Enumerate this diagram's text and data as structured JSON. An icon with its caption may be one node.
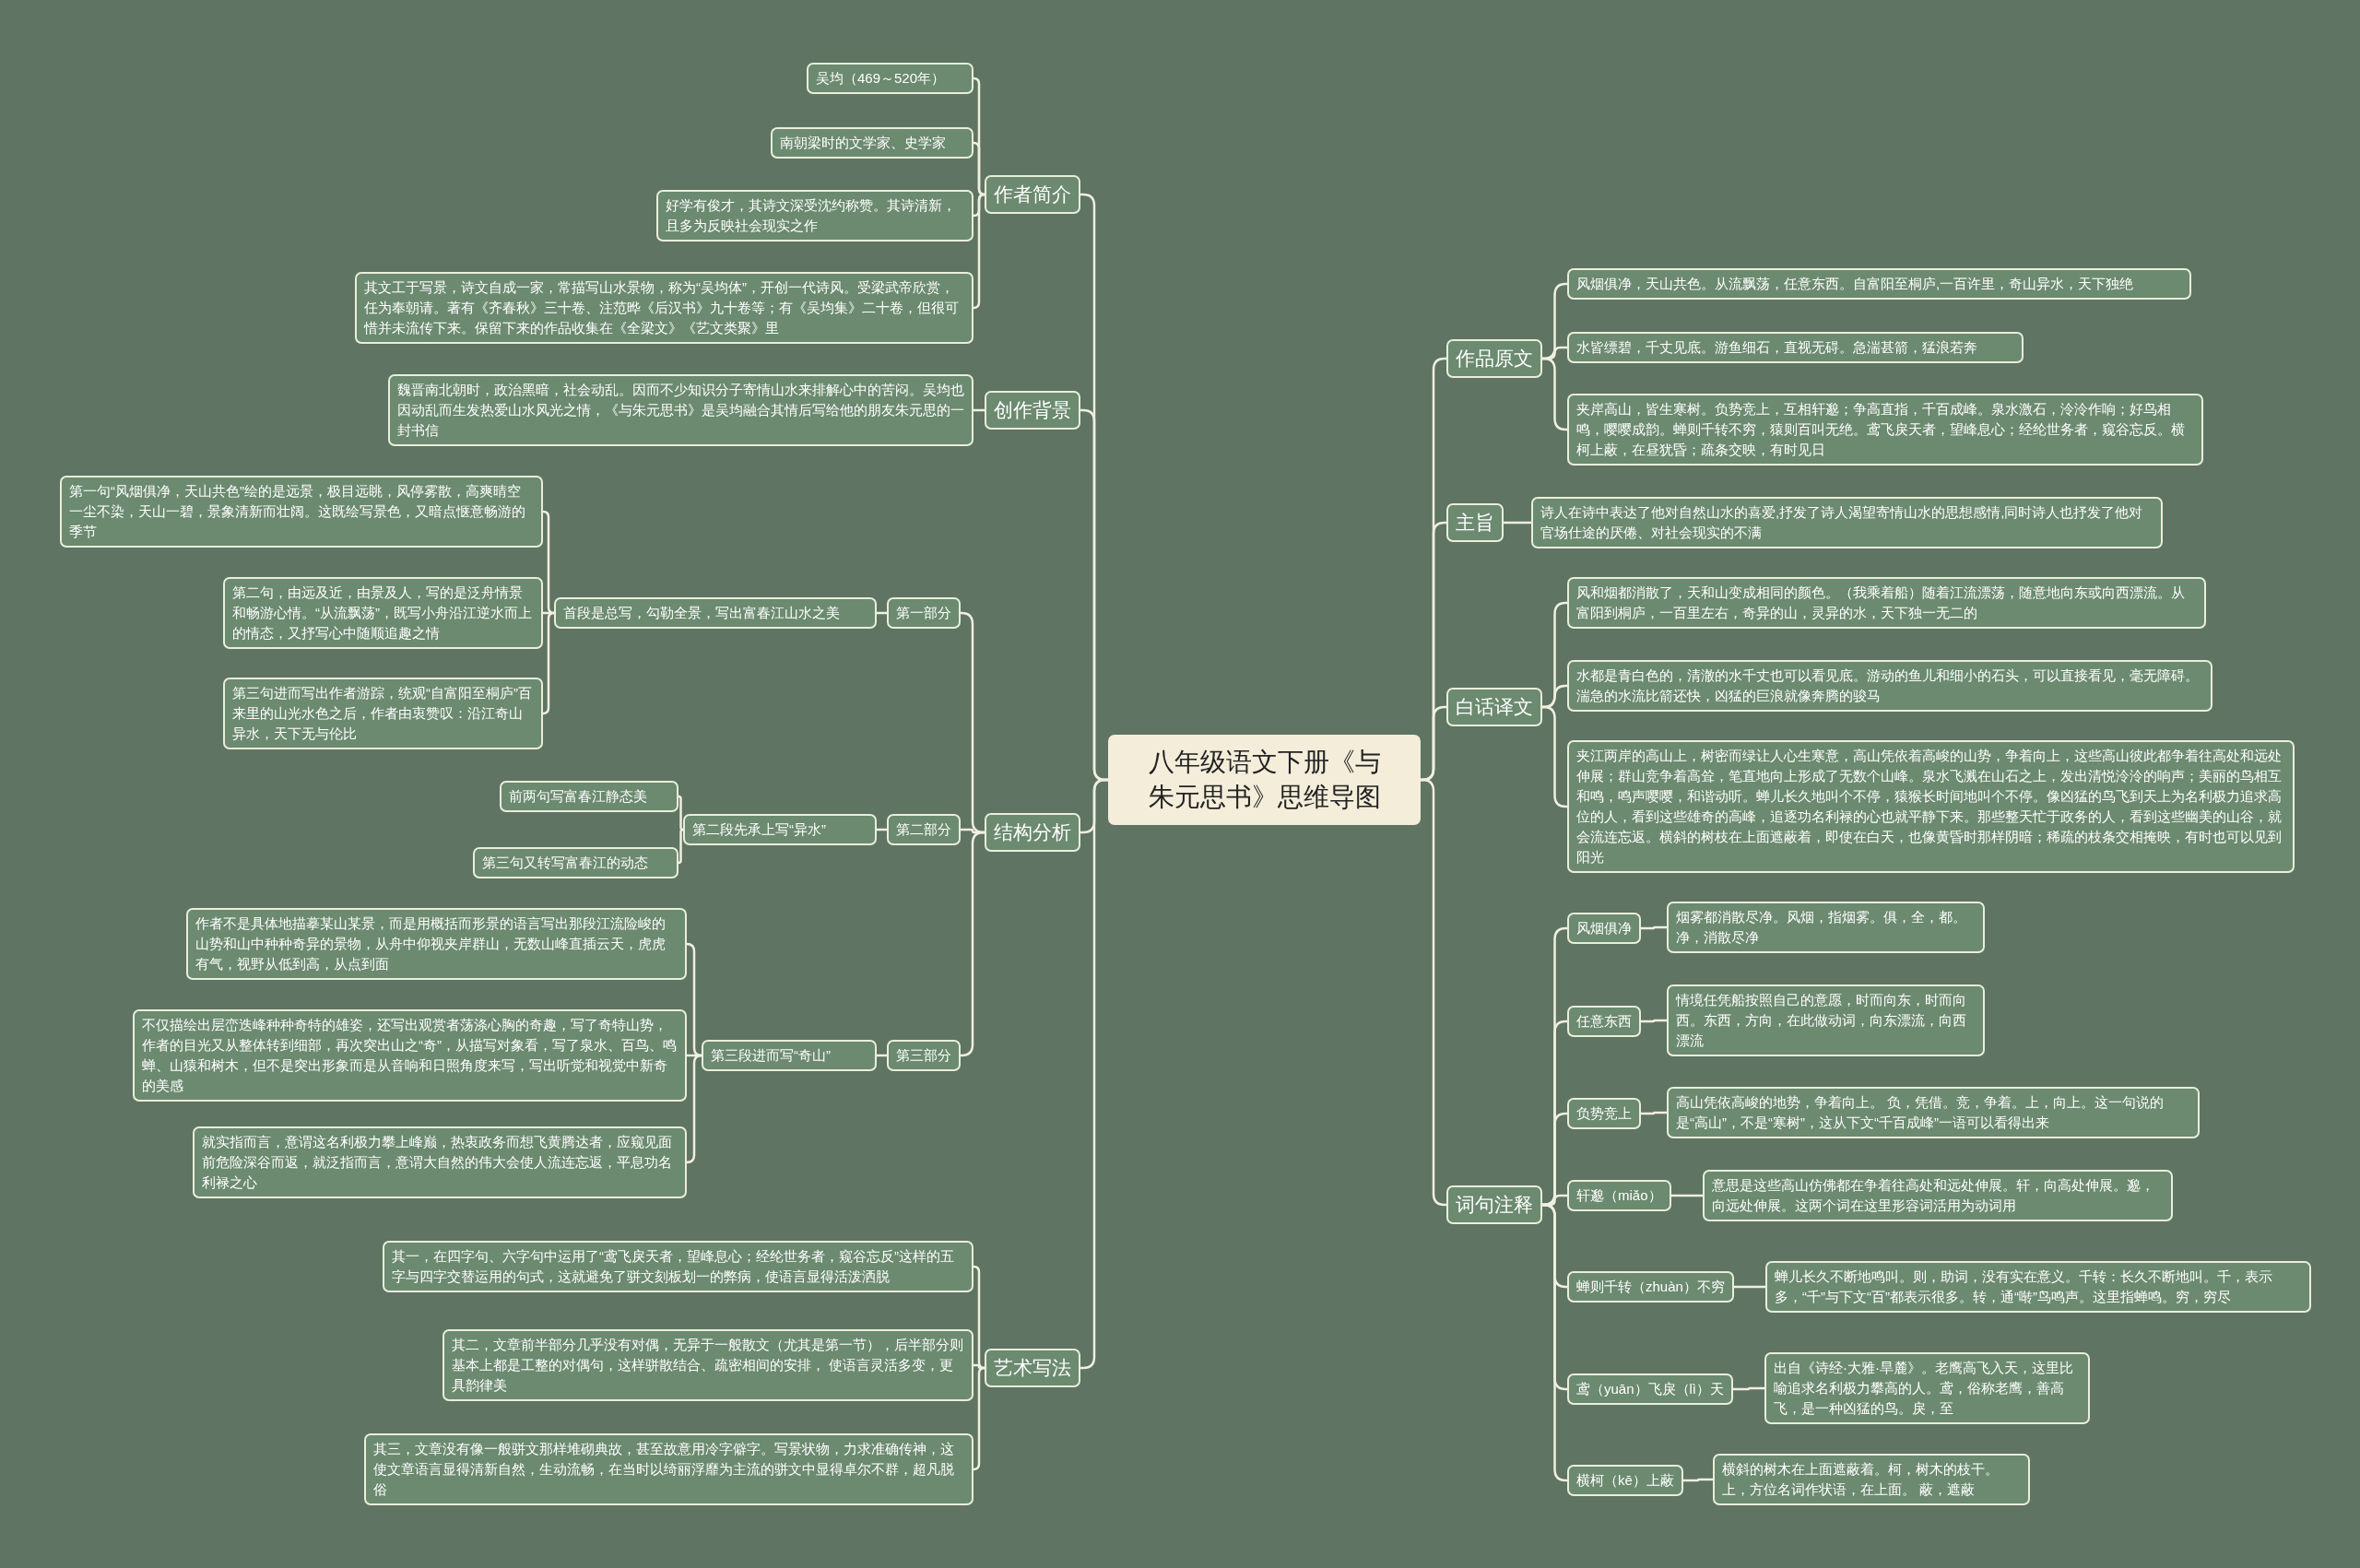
{
  "diagram": {
    "nodes": [
      {
        "text": [
          "八年级语文下册《与朱元思书》思维导图"
        ]
      },
      {
        "text": [
          "作者简介"
        ]
      },
      {
        "text": [
          "吴均（469～520年）"
        ]
      },
      {
        "text": [
          "南朝梁时的文学家、史学家"
        ]
      },
      {
        "text": [
          "好学有俊才，其诗文深受沈约称赞。其诗清新，且多为反映社会现实之作"
        ]
      },
      {
        "text": [
          "其文工于写景，诗文自成一家，常描写山水景物，称为“吴均体”，开创一代诗风。受梁武帝欣赏，任为奉朝请。著有《齐春秋》三十卷、注范晔《后汉书》九十卷等；有《吴均集》二十卷，但很可惜并未流传下来。保留下来的作品收集在《全梁文》《艺文类聚》里"
        ]
      },
      {
        "text": [
          "创作背景"
        ]
      },
      {
        "text": [
          "魏晋南北朝时，政治黑暗，社会动乱。因而不少知识分子寄情山水来排解心中的苦闷。吴均也因动乱而生发热爱山水风光之情，《与朱元思书》是吴均融合其情后写给他的朋友朱元思的一封书信"
        ]
      },
      {
        "text": [
          "结构分析"
        ]
      },
      {
        "text": [
          "第一部分"
        ]
      },
      {
        "text": [
          "首段是总写，勾勒全景，写出富春江山水之美"
        ]
      },
      {
        "text": [
          "第一句“风烟俱净，天山共色”绘的是远景，极目远眺，风停雾散，高爽晴空一尘不染，天山一碧，景象清新而壮阔。这既绘写景色，又暗点惬意畅游的季节"
        ]
      },
      {
        "text": [
          "第二句，由远及近，由景及人，写的是泛舟情景和畅游心情。“从流飘荡”，既写小舟沿江逆水而上的情态，又抒写心中随顺追趣之情"
        ]
      },
      {
        "text": [
          "第三句进而写出作者游踪，统观“自富阳至桐庐”百来里的山光水色之后，作者由衷赞叹：沿江奇山异水，天下无与伦比"
        ]
      },
      {
        "text": [
          "第二部分"
        ]
      },
      {
        "text": [
          "第二段先承上写“异水”"
        ]
      },
      {
        "text": [
          "前两句写富春江静态美"
        ]
      },
      {
        "text": [
          "第三句又转写富春江的动态"
        ]
      },
      {
        "text": [
          "第三部分"
        ]
      },
      {
        "text": [
          "第三段进而写“奇山”"
        ]
      },
      {
        "text": [
          "作者不是具体地描摹某山某景，而是用概括而形景的语言写出那段江流险峻的山势和山中种种奇异的景物，从舟中仰视夹岸群山，无数山峰直插云天，虎虎有气，视野从低到高，从点到面"
        ]
      },
      {
        "text": [
          "不仅描绘出层峦迭峰种种奇特的雄姿，还写出观赏者荡涤心胸的奇趣，写了奇特山势，作者的目光又从整体转到细部，再次突出山之“奇”，从描写对象看，写了泉水、百鸟、鸣蝉、山猿和树木，但不是突出形象而是从音响和日照角度来写，写出听觉和视觉中新奇的美感"
        ]
      },
      {
        "text": [
          "就实指而言，意谓这名利极力攀上峰巅，热衷政务而想飞黄腾达者，应窥见面前危险深谷而返，就泛指而言，意谓大自然的伟大会使人流连忘返，平息功名利禄之心"
        ]
      },
      {
        "text": [
          "艺术写法"
        ]
      },
      {
        "text": [
          "其一，在四字句、六字句中运用了“鸢飞戾天者，望峰息心；经纶世务者，窥谷忘反”这样的五字与四字交替运用的句式，这就避免了骈文刻板划一的弊病，使语言显得活泼洒脱"
        ]
      },
      {
        "text": [
          "其二，文章前半部分几乎没有对偶，无异于一般散文（尤其是第一节），后半部分则基本上都是工整的对偶句，这样骈散结合、疏密相间的安排， 使语言灵活多变，更具韵律美"
        ]
      },
      {
        "text": [
          "其三，文章没有像一般骈文那样堆砌典故，甚至故意用冷字僻字。写景状物，力求准确传神，这使文章语言显得清新自然，生动流畅，在当时以绮丽浮靡为主流的骈文中显得卓尔不群，超凡脱俗"
        ]
      },
      {
        "text": [
          "作品原文"
        ]
      },
      {
        "text": [
          "风烟俱净，天山共色。从流飘荡，任意东西。自富阳至桐庐,一百许里，奇山异水，天下独绝"
        ]
      },
      {
        "text": [
          "水皆缥碧，千丈见底。游鱼细石，直视无碍。急湍甚箭，猛浪若奔"
        ]
      },
      {
        "text": [
          "夹岸高山，皆生寒树。负势竞上，互相轩邈；争高直指，千百成峰。泉水激石，泠泠作响；好鸟相鸣，嘤嘤成韵。蝉则千转不穷，猿则百叫无绝。鸢飞戾天者，望峰息心；经纶世务者，窥谷忘反。横柯上蔽，在昼犹昏；疏条交映，有时见日"
        ]
      },
      {
        "text": [
          "主旨"
        ]
      },
      {
        "text": [
          "诗人在诗中表达了他对自然山水的喜爱,抒发了诗人渴望寄情山水的思想感情,同时诗人也抒发了他对官场仕途的厌倦、对社会现实的不满"
        ]
      },
      {
        "text": [
          "白话译文"
        ]
      },
      {
        "text": [
          "风和烟都消散了，天和山变成相同的颜色。（我乘着船）随着江流漂荡，随意地向东或向西漂流。从富阳到桐庐，一百里左右，奇异的山，灵异的水，天下独一无二的"
        ]
      },
      {
        "text": [
          "水都是青白色的，清澈的水千丈也可以看见底。游动的鱼儿和细小的石头，可以直接看见，毫无障碍。湍急的水流比箭还快，凶猛的巨浪就像奔腾的骏马"
        ]
      },
      {
        "text": [
          "夹江两岸的高山上，树密而绿让人心生寒意，高山凭依着高峻的山势，争着向上，这些高山彼此都争着往高处和远处伸展；群山竞争着高耸，笔直地向上形成了无数个山峰。泉水飞溅在山石之上，发出清悦泠泠的响声；美丽的鸟相互和鸣，鸣声嘤嘤，和谐动听。蝉儿长久地叫个不停，猿猴长时间地叫个不停。像凶猛的鸟飞到天上为名利极力追求高位的人，看到这些雄奇的高峰，追逐功名利禄的心也就平静下来。那些整天忙于政务的人，看到这些幽美的山谷，就会流连忘返。横斜的树枝在上面遮蔽着，即使在白天，也像黄昏时那样阴暗；稀疏的枝条交相掩映，有时也可以见到阳光"
        ]
      },
      {
        "text": [
          "词句注释"
        ]
      },
      {
        "text": [
          "风烟俱净"
        ]
      },
      {
        "text": [
          "烟雾都消散尽净。风烟，指烟雾。俱，全，都。净，消散尽净"
        ]
      },
      {
        "text": [
          "任意东西"
        ]
      },
      {
        "text": [
          "情境任凭船按照自己的意愿，时而向东，时而向西。东西，方向，在此做动词，向东漂流，向西漂流"
        ]
      },
      {
        "text": [
          "负势竞上"
        ]
      },
      {
        "text": [
          "高山凭依高峻的地势，争着向上。 负，凭借。竞，争着。上，向上。这一句说的是“高山”，不是“寒树”，这从下文“千百成峰”一语可以看得出来"
        ]
      },
      {
        "text": [
          "轩邈（miǎo）"
        ]
      },
      {
        "text": [
          "意思是这些高山仿佛都在争着往高处和远处伸展。轩，向高处伸展。邈，向远处伸展。这两个词在这里形容词活用为动词用"
        ]
      },
      {
        "text": [
          "蝉则千转（zhuàn）不穷"
        ]
      },
      {
        "text": [
          "蝉儿长久不断地鸣叫。则，助词，没有实在意义。千转：长久不断地叫。千，表示多，“千”与下文“百”都表示很多。转，通“啭”鸟鸣声。这里指蝉鸣。穷，穷尽"
        ]
      },
      {
        "text": [
          "鸢（yuān）飞戾（lì）天"
        ]
      },
      {
        "text": [
          "出自《诗经·大雅·旱麓》。老鹰高飞入天，这里比喻追求名利极力攀高的人。鸢，俗称老鹰，善高飞，是一种凶猛的鸟。戾，至"
        ]
      },
      {
        "text": [
          "横柯（kē）上蔽"
        ]
      },
      {
        "text": [
          "横斜的树木在上面遮蔽着。柯，树木的枝干。上，方位名词作状语，在上面。 蔽，遮蔽"
        ]
      }
    ],
    "edges": [
      {
        "from": 0,
        "to": 1,
        "arrow": "none"
      },
      {
        "from": 1,
        "to": 2,
        "arrow": "none"
      },
      {
        "from": 1,
        "to": 3,
        "arrow": "none"
      },
      {
        "from": 1,
        "to": 4,
        "arrow": "none"
      },
      {
        "from": 1,
        "to": 5,
        "arrow": "none"
      },
      {
        "from": 0,
        "to": 6,
        "arrow": "none"
      },
      {
        "from": 6,
        "to": 7,
        "arrow": "none"
      },
      {
        "from": 0,
        "to": 8,
        "arrow": "none"
      },
      {
        "from": 8,
        "to": 9,
        "arrow": "none"
      },
      {
        "from": 9,
        "to": 10,
        "arrow": "none"
      },
      {
        "from": 10,
        "to": 11,
        "arrow": "none"
      },
      {
        "from": 10,
        "to": 12,
        "arrow": "none"
      },
      {
        "from": 10,
        "to": 13,
        "arrow": "none"
      },
      {
        "from": 8,
        "to": 14,
        "arrow": "none"
      },
      {
        "from": 14,
        "to": 15,
        "arrow": "none"
      },
      {
        "from": 15,
        "to": 16,
        "arrow": "none"
      },
      {
        "from": 15,
        "to": 17,
        "arrow": "none"
      },
      {
        "from": 8,
        "to": 18,
        "arrow": "none"
      },
      {
        "from": 18,
        "to": 19,
        "arrow": "none"
      },
      {
        "from": 19,
        "to": 20,
        "arrow": "none"
      },
      {
        "from": 19,
        "to": 21,
        "arrow": "none"
      },
      {
        "from": 19,
        "to": 22,
        "arrow": "none"
      },
      {
        "from": 0,
        "to": 23,
        "arrow": "none"
      },
      {
        "from": 23,
        "to": 24,
        "arrow": "none"
      },
      {
        "from": 23,
        "to": 25,
        "arrow": "none"
      },
      {
        "from": 23,
        "to": 26,
        "arrow": "none"
      },
      {
        "from": 0,
        "to": 27,
        "arrow": "none"
      },
      {
        "from": 27,
        "to": 28,
        "arrow": "none"
      },
      {
        "from": 27,
        "to": 29,
        "arrow": "none"
      },
      {
        "from": 27,
        "to": 30,
        "arrow": "none"
      },
      {
        "from": 0,
        "to": 31,
        "arrow": "none"
      },
      {
        "from": 31,
        "to": 32,
        "arrow": "none"
      },
      {
        "from": 0,
        "to": 33,
        "arrow": "none"
      },
      {
        "from": 33,
        "to": 34,
        "arrow": "none"
      },
      {
        "from": 33,
        "to": 35,
        "arrow": "none"
      },
      {
        "from": 33,
        "to": 36,
        "arrow": "none"
      },
      {
        "from": 0,
        "to": 37,
        "arrow": "none"
      },
      {
        "from": 37,
        "to": 38,
        "arrow": "none"
      },
      {
        "from": 38,
        "to": 39,
        "arrow": "none"
      },
      {
        "from": 37,
        "to": 40,
        "arrow": "none"
      },
      {
        "from": 40,
        "to": 41,
        "arrow": "none"
      },
      {
        "from": 37,
        "to": 42,
        "arrow": "none"
      },
      {
        "from": 42,
        "to": 43,
        "arrow": "none"
      },
      {
        "from": 37,
        "to": 44,
        "arrow": "none"
      },
      {
        "from": 44,
        "to": 45,
        "arrow": "none"
      },
      {
        "from": 37,
        "to": 46,
        "arrow": "none"
      },
      {
        "from": 46,
        "to": 47,
        "arrow": "none"
      },
      {
        "from": 37,
        "to": 48,
        "arrow": "none"
      },
      {
        "from": 48,
        "to": 49,
        "arrow": "none"
      },
      {
        "from": 37,
        "to": 50,
        "arrow": "none"
      },
      {
        "from": 50,
        "to": 51,
        "arrow": "none"
      }
    ]
  }
}
